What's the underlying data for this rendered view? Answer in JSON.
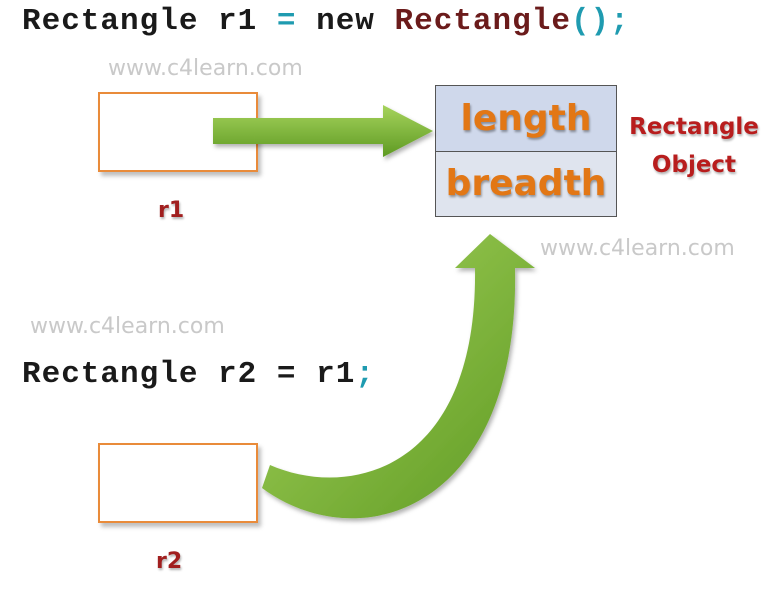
{
  "statement1": {
    "type": "Rectangle",
    "var": "r1",
    "assign": "=",
    "keyword": "new",
    "ctor": "Rectangle",
    "parens": "()",
    "semi": ";"
  },
  "statement2": {
    "type": "Rectangle",
    "var": "r2",
    "assign": "=",
    "value": "r1",
    "semi": ";"
  },
  "watermarks": [
    "www.c4learn.com",
    "www.c4learn.com",
    "www.c4learn.com"
  ],
  "references": {
    "r1": "r1",
    "r2": "r2"
  },
  "object": {
    "fields": [
      "length",
      "breadth"
    ],
    "caption_line1": "Rectangle",
    "caption_line2": "Object"
  },
  "colors": {
    "arrow": "#7fb63a",
    "box_border": "#e98b3a",
    "field_text": "#e27715",
    "label": "#a11f1f",
    "operator": "#1f9bb0"
  }
}
